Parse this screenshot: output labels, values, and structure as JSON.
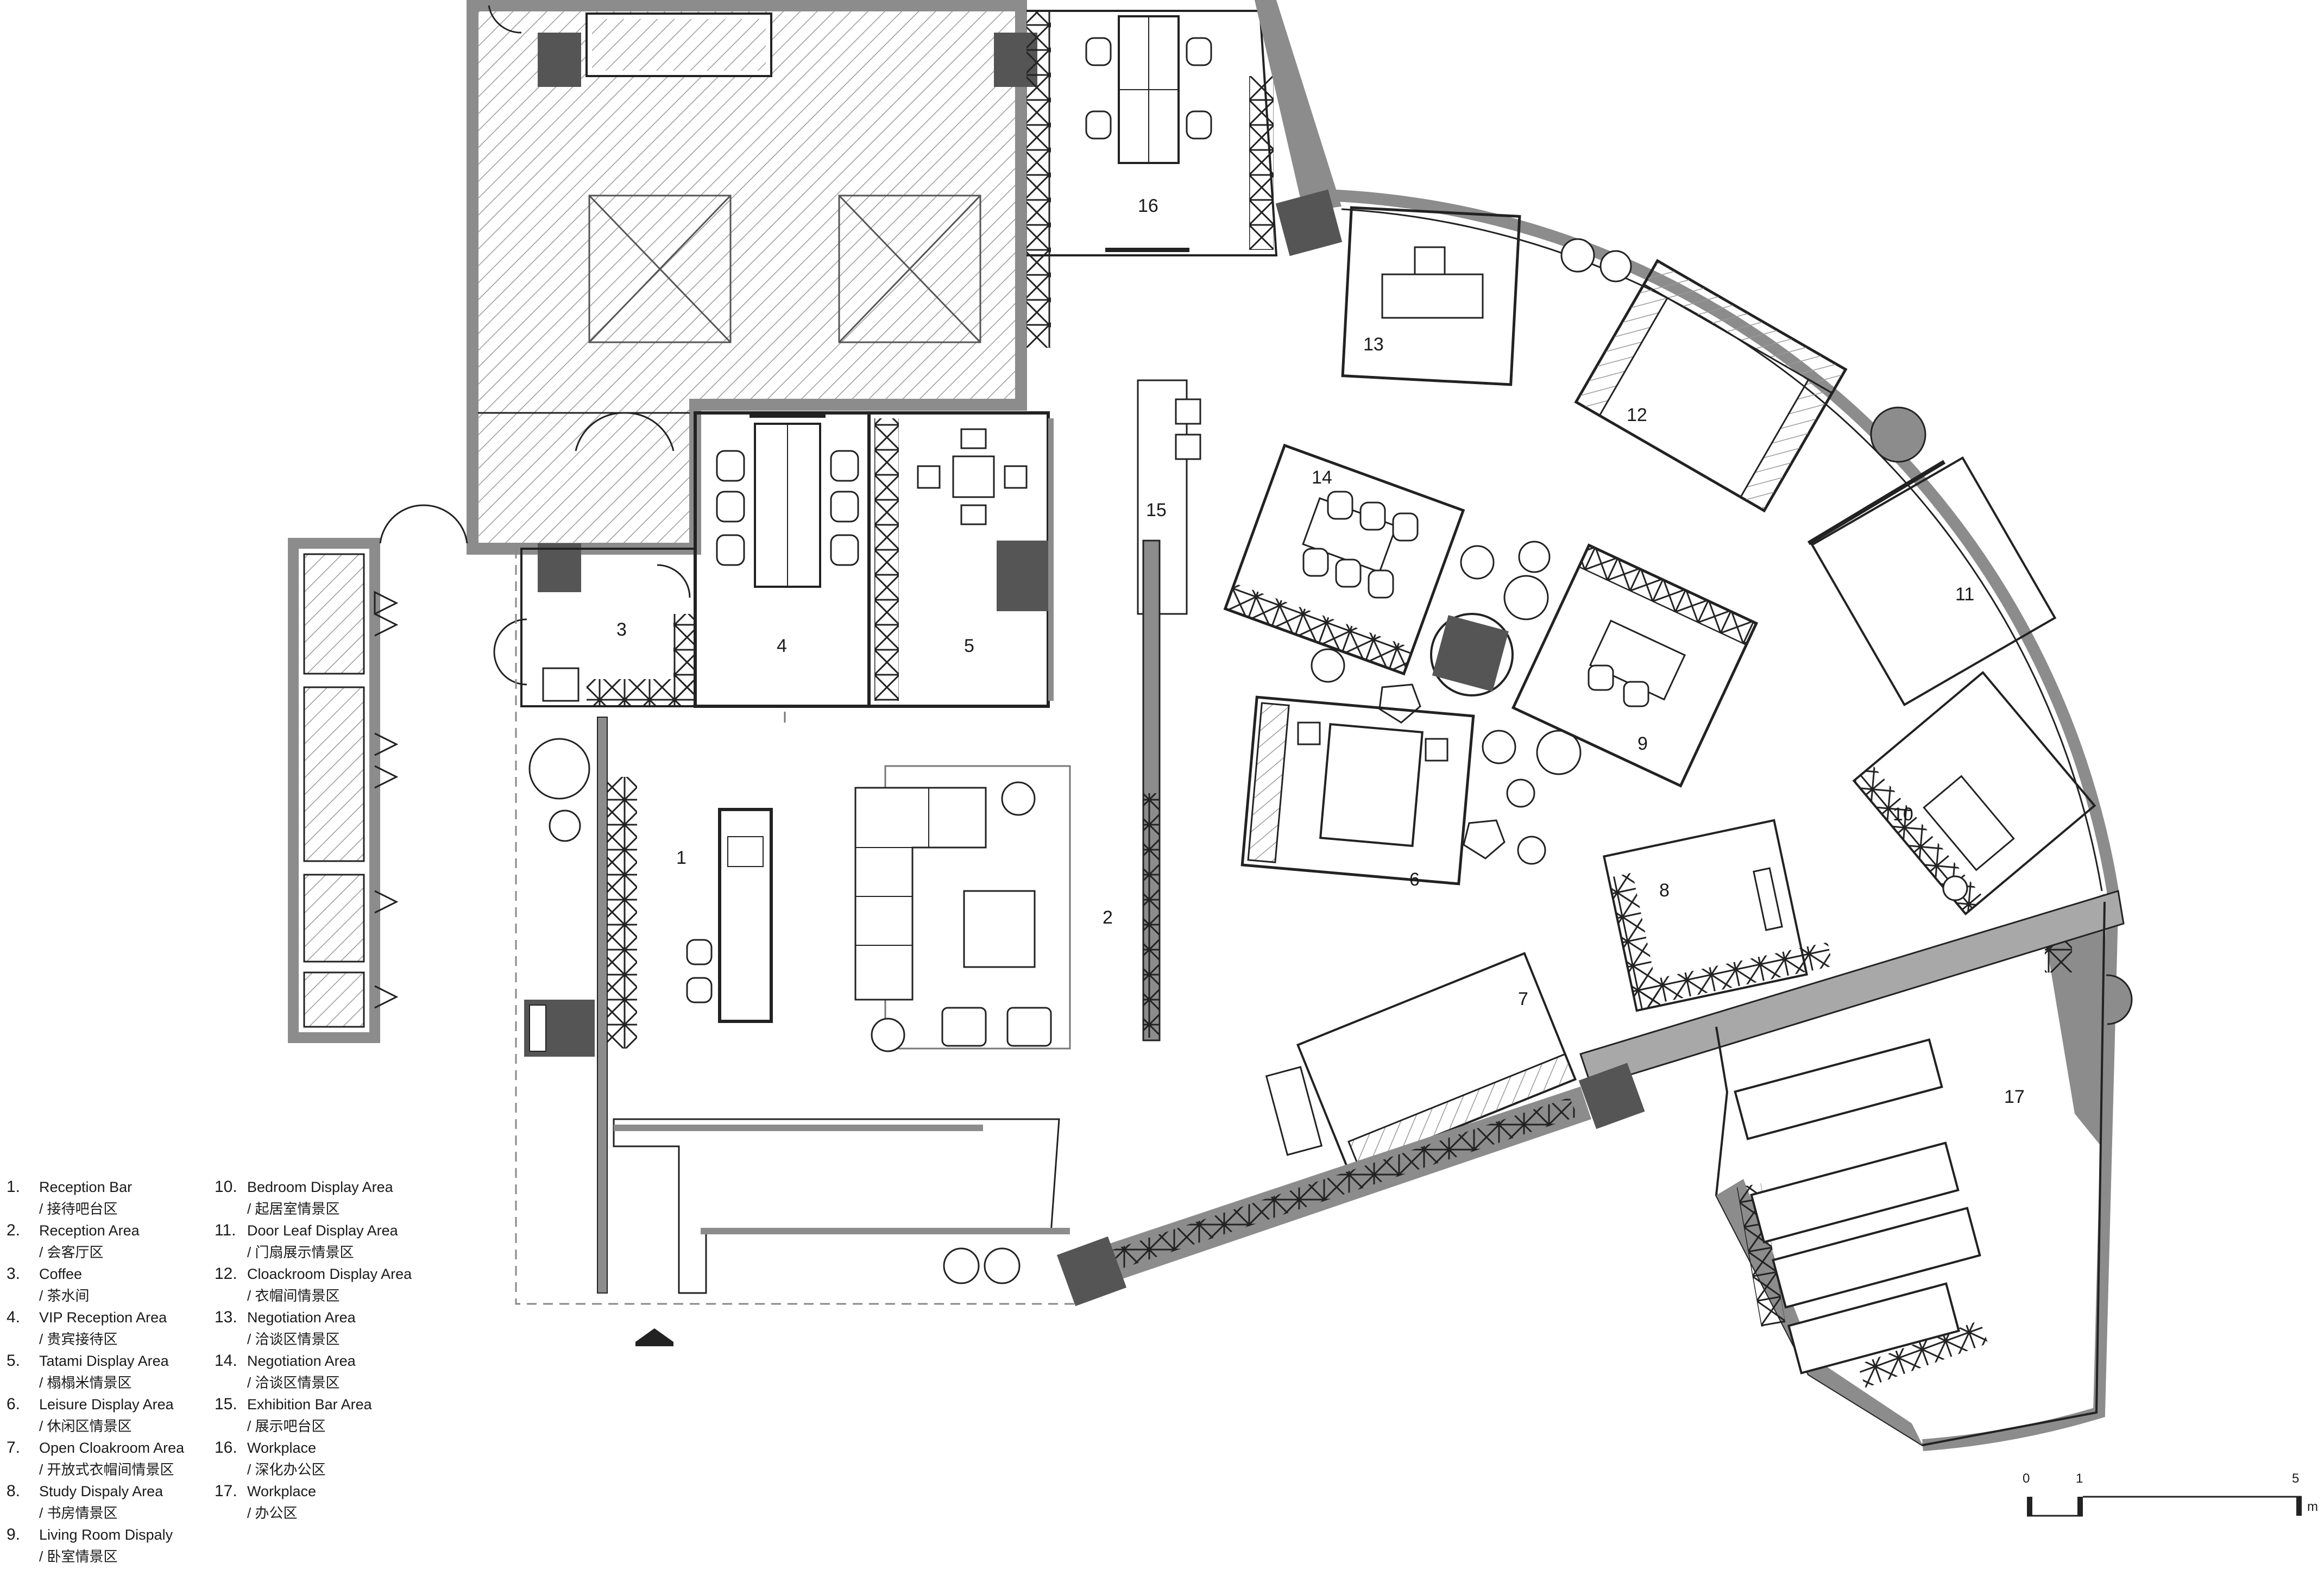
{
  "rooms": [
    {
      "num": "1"
    },
    {
      "num": "2"
    },
    {
      "num": "3"
    },
    {
      "num": "4"
    },
    {
      "num": "5"
    },
    {
      "num": "6"
    },
    {
      "num": "7"
    },
    {
      "num": "8"
    },
    {
      "num": "9"
    },
    {
      "num": "10"
    },
    {
      "num": "11"
    },
    {
      "num": "12"
    },
    {
      "num": "13"
    },
    {
      "num": "14"
    },
    {
      "num": "15"
    },
    {
      "num": "16"
    },
    {
      "num": "17"
    }
  ],
  "legend": [
    {
      "num": "1.",
      "en": "Reception Bar",
      "cn": "/ 接待吧台区"
    },
    {
      "num": "2.",
      "en": "Reception Area",
      "cn": "/ 会客厅区"
    },
    {
      "num": "3.",
      "en": "Coffee",
      "cn": "/ 茶水间"
    },
    {
      "num": "4.",
      "en": "VIP Reception Area",
      "cn": "/ 贵宾接待区"
    },
    {
      "num": "5.",
      "en": "Tatami Display Area",
      "cn": "/ 榻榻米情景区"
    },
    {
      "num": "6.",
      "en": "Leisure Display Area",
      "cn": "/ 休闲区情景区"
    },
    {
      "num": "7.",
      "en": "Open Cloakroom Area",
      "cn": "/ 开放式衣帽间情景区"
    },
    {
      "num": "8.",
      "en": "Study Dispaly Area",
      "cn": "/ 书房情景区"
    },
    {
      "num": "9.",
      "en": "Living Room Dispaly",
      "cn": "/ 卧室情景区"
    },
    {
      "num": "10.",
      "en": "Bedroom Display Area",
      "cn": "/ 起居室情景区"
    },
    {
      "num": "11.",
      "en": "Door Leaf Display Area",
      "cn": "/ 门扇展示情景区"
    },
    {
      "num": "12.",
      "en": "Cloackroom Display Area",
      "cn": "/ 衣帽间情景区"
    },
    {
      "num": "13.",
      "en": "Negotiation Area",
      "cn": "/ 洽谈区情景区"
    },
    {
      "num": "14.",
      "en": "Negotiation Area",
      "cn": "/ 洽谈区情景区"
    },
    {
      "num": "15.",
      "en": "Exhibition Bar  Area",
      "cn": "/ 展示吧台区"
    },
    {
      "num": "16.",
      "en": "Workplace",
      "cn": "/ 深化办公区"
    },
    {
      "num": "17.",
      "en": "Workplace",
      "cn": "/ 办公区"
    }
  ],
  "scale_bar": {
    "ticks": [
      "0",
      "1",
      "5"
    ],
    "unit": "m"
  },
  "colors": {
    "wall": "#8c8c8c",
    "wall_dark": "#555555",
    "line": "#222222",
    "background": "#ffffff",
    "hatch": "#9a9a9a"
  }
}
